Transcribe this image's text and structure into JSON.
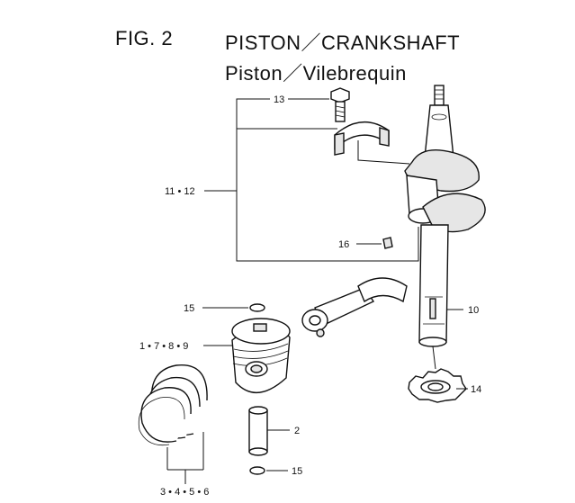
{
  "figure": {
    "label": "FIG.  2",
    "title_en": "PISTON／CRANKSHAFT",
    "title_fr": "Piston／Vilebrequin"
  },
  "callouts": {
    "c13": "13",
    "c11_12": "11 • 12",
    "c16": "16",
    "c10": "10",
    "c15_top": "15",
    "c1_7_8_9": "1 • 7 • 8 • 9",
    "c14": "14",
    "c2": "2",
    "c15_bottom": "15",
    "c3_4_5_6": "3 • 4 • 5 • 6"
  }
}
